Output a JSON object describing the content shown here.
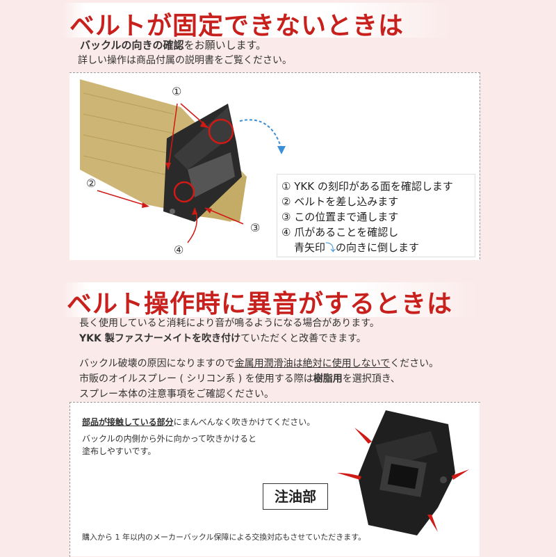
{
  "section1": {
    "heading": "ベルトが固定できないときは",
    "line1_bold": "バックルの向きの確認",
    "line1_rest": "をお願いします。",
    "line2": "詳しい操作は商品付属の説明書をご覧ください。"
  },
  "diagram": {
    "callouts": [
      "①",
      "②",
      "③",
      "④"
    ],
    "steps": [
      "① YKK の刻印がある面を確認します",
      "② ベルトを差し込みます",
      "③ この位置まで通します",
      "④ 爪があることを確認し"
    ],
    "step4_cont_a": "青矢印",
    "step4_cont_b": "の向きに倒します"
  },
  "section2": {
    "heading": "ベルト操作時に異音がするときは",
    "line1": "長く使用していると消耗により音が鳴るようになる場合があります。",
    "line2_bold": "YKK 製ファスナーメイトを吹き付け",
    "line2_rest": "ていただくと改善できます。",
    "warn_a": "バックル破壊の原因になりますので",
    "warn_u": "金属用潤滑油は絶対に使用しないで",
    "warn_b": "ください。",
    "line4_a": "市販のオイルスプレー ( シリコン系 ) を使用する際は",
    "line4_bold": "樹脂用",
    "line4_b": "を選択頂き、",
    "line5": "スプレー本体の注意事項をご確認ください。"
  },
  "oil_box": {
    "line1_u": "部品が接触している部分",
    "line1_rest": "にまんべんなく吹きかけてください。",
    "line2": "バックルの内側から外に向かって吹きかけると",
    "line3": "塗布しやすいです。",
    "label": "注油部",
    "footer": "購入から 1 年以内のメーカーバックル保障による交換対応もさせていただきます。"
  },
  "colors": {
    "accent": "#c8201c",
    "arrow_blue": "#3a8fd6",
    "belt": "#cdb575"
  }
}
